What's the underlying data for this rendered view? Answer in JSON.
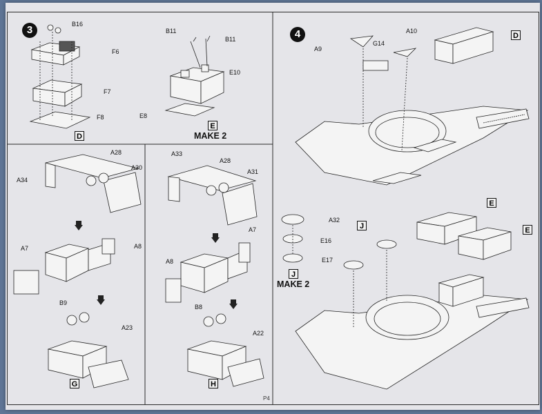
{
  "step3": {
    "number": "3",
    "labels": {
      "b16": "B16",
      "f6": "F6",
      "f7": "F7",
      "f8": "F8",
      "b11a": "B11",
      "b11b": "B11",
      "e10": "E10",
      "e8": "E8"
    },
    "sub_d": "D",
    "sub_e": "E",
    "make_e": "MAKE 2"
  },
  "panel_g": {
    "labels": {
      "a28": "A28",
      "a34": "A34",
      "a30": "A30",
      "a7": "A7",
      "a8": "A8",
      "b9": "B9",
      "a23": "A23"
    },
    "tag": "G"
  },
  "panel_h": {
    "labels": {
      "a33": "A33",
      "a28": "A28",
      "a31": "A31",
      "a7": "A7",
      "a8": "A8",
      "b8": "B8",
      "a22": "A22"
    },
    "tag": "H"
  },
  "step4": {
    "number": "4",
    "labels": {
      "a9": "A9",
      "g14": "G14",
      "a10": "A10",
      "a32": "A32",
      "e16": "E16",
      "e17": "E17"
    },
    "tag_d": "D",
    "tag_e1": "E",
    "tag_e2": "E",
    "tag_j1": "J",
    "tag_j2": "J",
    "tag_j3": "J",
    "make_j": "MAKE 2"
  },
  "page": {
    "number": "P4"
  }
}
